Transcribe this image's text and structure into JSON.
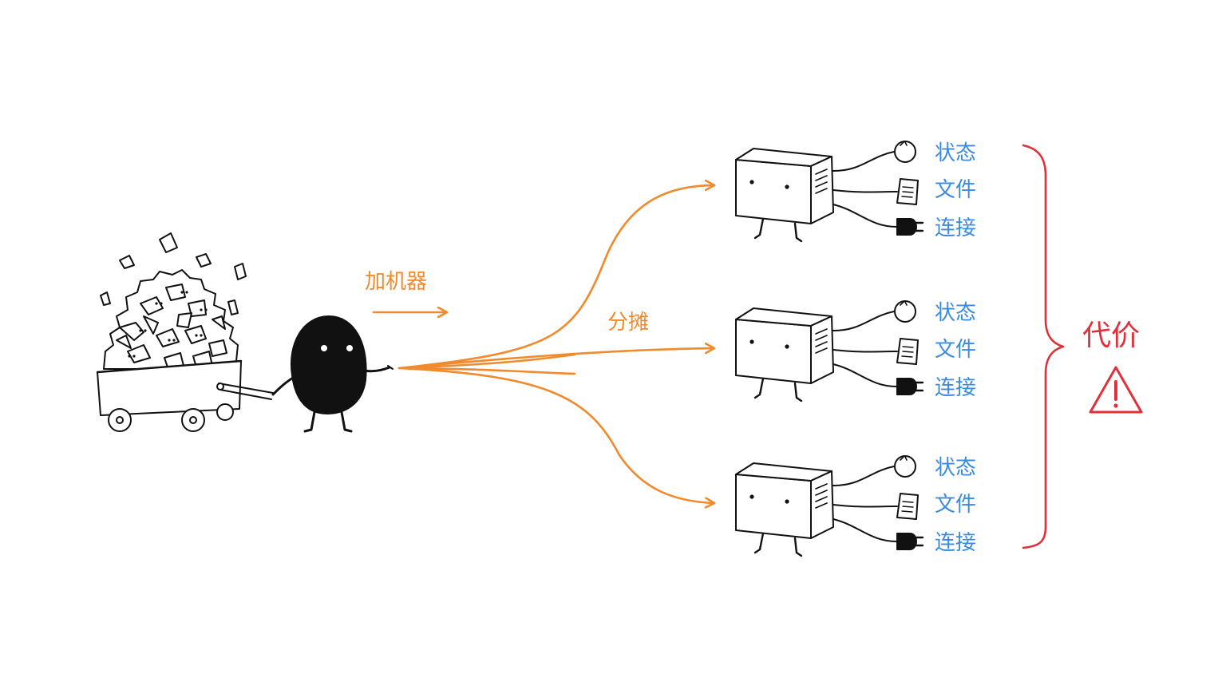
{
  "labels": {
    "add_machines": "加机器",
    "distribute": "分摊",
    "cost": "代价"
  },
  "server_items": [
    "状态",
    "文件",
    "连接"
  ],
  "server_count": 3,
  "warning_icon": "warning-triangle-icon",
  "colors": {
    "ink": "#111111",
    "orange": "#f08a2c",
    "blue": "#3a8be0",
    "red": "#e0303a"
  }
}
